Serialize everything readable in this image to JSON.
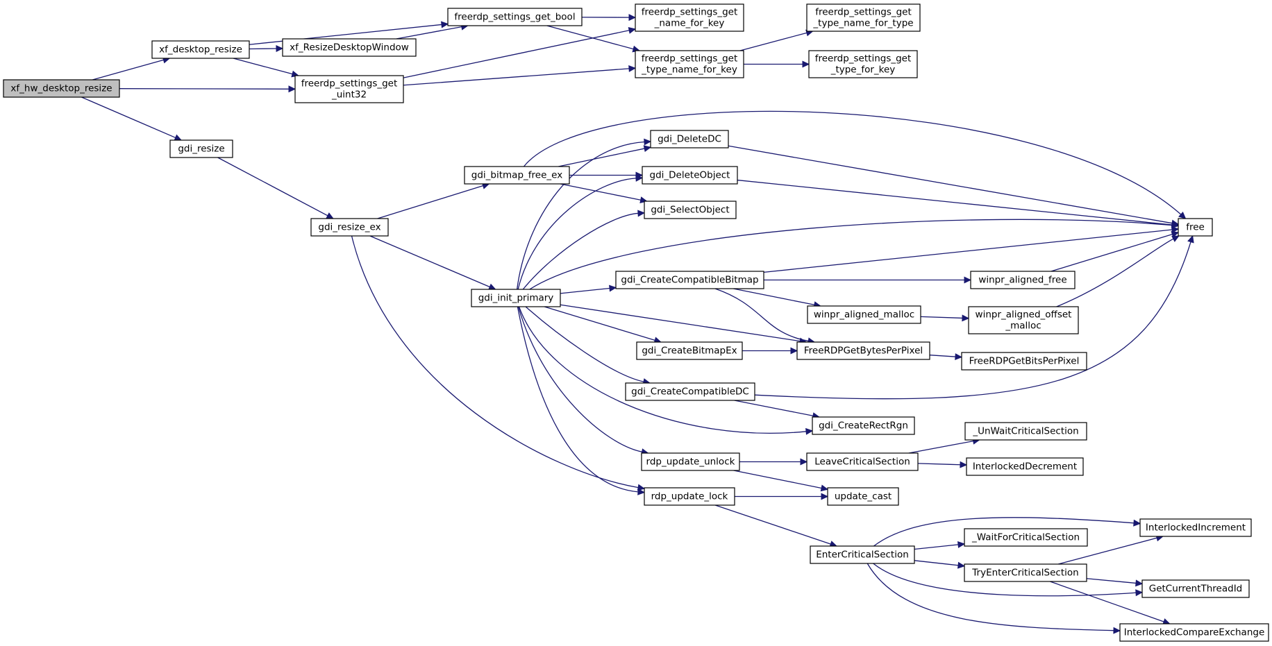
{
  "colors": {
    "edge": "#191970",
    "root_fill": "#bfbfbf",
    "node_fill": "#ffffff",
    "node_border": "#000000"
  },
  "nodes": [
    {
      "id": "xf_hw_desktop_resize",
      "lines": [
        "xf_hw_desktop_resize"
      ],
      "root": true
    },
    {
      "id": "xf_desktop_resize",
      "lines": [
        "xf_desktop_resize"
      ]
    },
    {
      "id": "freerdp_settings_get_uint32",
      "lines": [
        "freerdp_settings_get",
        "_uint32"
      ]
    },
    {
      "id": "gdi_resize",
      "lines": [
        "gdi_resize"
      ]
    },
    {
      "id": "freerdp_settings_get_bool",
      "lines": [
        "freerdp_settings_get_bool"
      ]
    },
    {
      "id": "xf_ResizeDesktopWindow",
      "lines": [
        "xf_ResizeDesktopWindow"
      ]
    },
    {
      "id": "freerdp_settings_get_name_for_key",
      "lines": [
        "freerdp_settings_get",
        "_name_for_key"
      ]
    },
    {
      "id": "freerdp_settings_get_type_name_for_key",
      "lines": [
        "freerdp_settings_get",
        "_type_name_for_key"
      ]
    },
    {
      "id": "freerdp_settings_get_type_name_for_type",
      "lines": [
        "freerdp_settings_get",
        "_type_name_for_type"
      ]
    },
    {
      "id": "freerdp_settings_get_type_for_key",
      "lines": [
        "freerdp_settings_get",
        "_type_for_key"
      ]
    },
    {
      "id": "gdi_resize_ex",
      "lines": [
        "gdi_resize_ex"
      ]
    },
    {
      "id": "gdi_bitmap_free_ex",
      "lines": [
        "gdi_bitmap_free_ex"
      ]
    },
    {
      "id": "gdi_init_primary",
      "lines": [
        "gdi_init_primary"
      ]
    },
    {
      "id": "gdi_DeleteDC",
      "lines": [
        "gdi_DeleteDC"
      ]
    },
    {
      "id": "gdi_DeleteObject",
      "lines": [
        "gdi_DeleteObject"
      ]
    },
    {
      "id": "gdi_SelectObject",
      "lines": [
        "gdi_SelectObject"
      ]
    },
    {
      "id": "free",
      "lines": [
        "free"
      ]
    },
    {
      "id": "gdi_CreateCompatibleBitmap",
      "lines": [
        "gdi_CreateCompatibleBitmap"
      ]
    },
    {
      "id": "winpr_aligned_free",
      "lines": [
        "winpr_aligned_free"
      ]
    },
    {
      "id": "winpr_aligned_malloc",
      "lines": [
        "winpr_aligned_malloc"
      ]
    },
    {
      "id": "winpr_aligned_offset_malloc",
      "lines": [
        "winpr_aligned_offset",
        "_malloc"
      ]
    },
    {
      "id": "gdi_CreateBitmapEx",
      "lines": [
        "gdi_CreateBitmapEx"
      ]
    },
    {
      "id": "FreeRDPGetBytesPerPixel",
      "lines": [
        "FreeRDPGetBytesPerPixel"
      ]
    },
    {
      "id": "FreeRDPGetBitsPerPixel",
      "lines": [
        "FreeRDPGetBitsPerPixel"
      ]
    },
    {
      "id": "gdi_CreateCompatibleDC",
      "lines": [
        "gdi_CreateCompatibleDC"
      ]
    },
    {
      "id": "gdi_CreateRectRgn",
      "lines": [
        "gdi_CreateRectRgn"
      ]
    },
    {
      "id": "rdp_update_unlock",
      "lines": [
        "rdp_update_unlock"
      ]
    },
    {
      "id": "LeaveCriticalSection",
      "lines": [
        "LeaveCriticalSection"
      ]
    },
    {
      "id": "_UnWaitCriticalSection",
      "lines": [
        "_UnWaitCriticalSection"
      ]
    },
    {
      "id": "InterlockedDecrement",
      "lines": [
        "InterlockedDecrement"
      ]
    },
    {
      "id": "rdp_update_lock",
      "lines": [
        "rdp_update_lock"
      ]
    },
    {
      "id": "update_cast",
      "lines": [
        "update_cast"
      ]
    },
    {
      "id": "EnterCriticalSection",
      "lines": [
        "EnterCriticalSection"
      ]
    },
    {
      "id": "_WaitForCriticalSection",
      "lines": [
        "_WaitForCriticalSection"
      ]
    },
    {
      "id": "InterlockedIncrement",
      "lines": [
        "InterlockedIncrement"
      ]
    },
    {
      "id": "TryEnterCriticalSection",
      "lines": [
        "TryEnterCriticalSection"
      ]
    },
    {
      "id": "GetCurrentThreadId",
      "lines": [
        "GetCurrentThreadId"
      ]
    },
    {
      "id": "InterlockedCompareExchange",
      "lines": [
        "InterlockedCompareExchange"
      ]
    }
  ],
  "edges": [
    {
      "from": "xf_hw_desktop_resize",
      "to": "xf_desktop_resize"
    },
    {
      "from": "xf_hw_desktop_resize",
      "to": "freerdp_settings_get_uint32"
    },
    {
      "from": "xf_hw_desktop_resize",
      "to": "gdi_resize"
    },
    {
      "from": "xf_desktop_resize",
      "to": "freerdp_settings_get_bool"
    },
    {
      "from": "xf_desktop_resize",
      "to": "xf_ResizeDesktopWindow"
    },
    {
      "from": "xf_desktop_resize",
      "to": "freerdp_settings_get_uint32"
    },
    {
      "from": "xf_ResizeDesktopWindow",
      "to": "freerdp_settings_get_bool"
    },
    {
      "from": "freerdp_settings_get_bool",
      "to": "freerdp_settings_get_name_for_key"
    },
    {
      "from": "freerdp_settings_get_bool",
      "to": "freerdp_settings_get_type_name_for_key"
    },
    {
      "from": "freerdp_settings_get_uint32",
      "to": "freerdp_settings_get_name_for_key"
    },
    {
      "from": "freerdp_settings_get_uint32",
      "to": "freerdp_settings_get_type_name_for_key"
    },
    {
      "from": "freerdp_settings_get_type_name_for_key",
      "to": "freerdp_settings_get_type_name_for_type"
    },
    {
      "from": "freerdp_settings_get_type_name_for_key",
      "to": "freerdp_settings_get_type_for_key"
    },
    {
      "from": "gdi_resize",
      "to": "gdi_resize_ex"
    },
    {
      "from": "gdi_resize_ex",
      "to": "gdi_bitmap_free_ex"
    },
    {
      "from": "gdi_resize_ex",
      "to": "gdi_init_primary"
    },
    {
      "from": "gdi_resize_ex",
      "to": "rdp_update_lock"
    },
    {
      "from": "gdi_bitmap_free_ex",
      "to": "gdi_DeleteDC"
    },
    {
      "from": "gdi_bitmap_free_ex",
      "to": "gdi_DeleteObject"
    },
    {
      "from": "gdi_bitmap_free_ex",
      "to": "gdi_SelectObject"
    },
    {
      "from": "gdi_bitmap_free_ex",
      "to": "free"
    },
    {
      "from": "gdi_init_primary",
      "to": "gdi_DeleteDC"
    },
    {
      "from": "gdi_init_primary",
      "to": "gdi_DeleteObject"
    },
    {
      "from": "gdi_init_primary",
      "to": "gdi_SelectObject"
    },
    {
      "from": "gdi_init_primary",
      "to": "free"
    },
    {
      "from": "gdi_init_primary",
      "to": "gdi_CreateCompatibleBitmap"
    },
    {
      "from": "gdi_init_primary",
      "to": "FreeRDPGetBytesPerPixel"
    },
    {
      "from": "gdi_init_primary",
      "to": "gdi_CreateBitmapEx"
    },
    {
      "from": "gdi_init_primary",
      "to": "gdi_CreateCompatibleDC"
    },
    {
      "from": "gdi_init_primary",
      "to": "gdi_CreateRectRgn"
    },
    {
      "from": "gdi_init_primary",
      "to": "rdp_update_unlock"
    },
    {
      "from": "gdi_init_primary",
      "to": "rdp_update_lock"
    },
    {
      "from": "gdi_DeleteDC",
      "to": "free"
    },
    {
      "from": "gdi_DeleteObject",
      "to": "free"
    },
    {
      "from": "gdi_CreateCompatibleBitmap",
      "to": "free"
    },
    {
      "from": "gdi_CreateCompatibleBitmap",
      "to": "winpr_aligned_free"
    },
    {
      "from": "gdi_CreateCompatibleBitmap",
      "to": "winpr_aligned_malloc"
    },
    {
      "from": "gdi_CreateCompatibleBitmap",
      "to": "FreeRDPGetBytesPerPixel"
    },
    {
      "from": "winpr_aligned_free",
      "to": "free"
    },
    {
      "from": "winpr_aligned_malloc",
      "to": "winpr_aligned_offset_malloc"
    },
    {
      "from": "winpr_aligned_offset_malloc",
      "to": "free"
    },
    {
      "from": "gdi_CreateBitmapEx",
      "to": "FreeRDPGetBytesPerPixel"
    },
    {
      "from": "FreeRDPGetBytesPerPixel",
      "to": "FreeRDPGetBitsPerPixel"
    },
    {
      "from": "gdi_CreateCompatibleDC",
      "to": "free"
    },
    {
      "from": "gdi_CreateCompatibleDC",
      "to": "gdi_CreateRectRgn"
    },
    {
      "from": "rdp_update_unlock",
      "to": "LeaveCriticalSection"
    },
    {
      "from": "rdp_update_unlock",
      "to": "update_cast"
    },
    {
      "from": "LeaveCriticalSection",
      "to": "_UnWaitCriticalSection"
    },
    {
      "from": "LeaveCriticalSection",
      "to": "InterlockedDecrement"
    },
    {
      "from": "rdp_update_lock",
      "to": "update_cast"
    },
    {
      "from": "rdp_update_lock",
      "to": "EnterCriticalSection"
    },
    {
      "from": "EnterCriticalSection",
      "to": "InterlockedIncrement"
    },
    {
      "from": "EnterCriticalSection",
      "to": "_WaitForCriticalSection"
    },
    {
      "from": "EnterCriticalSection",
      "to": "TryEnterCriticalSection"
    },
    {
      "from": "EnterCriticalSection",
      "to": "GetCurrentThreadId"
    },
    {
      "from": "EnterCriticalSection",
      "to": "InterlockedCompareExchange"
    },
    {
      "from": "TryEnterCriticalSection",
      "to": "InterlockedIncrement"
    },
    {
      "from": "TryEnterCriticalSection",
      "to": "GetCurrentThreadId"
    },
    {
      "from": "TryEnterCriticalSection",
      "to": "InterlockedCompareExchange"
    }
  ]
}
